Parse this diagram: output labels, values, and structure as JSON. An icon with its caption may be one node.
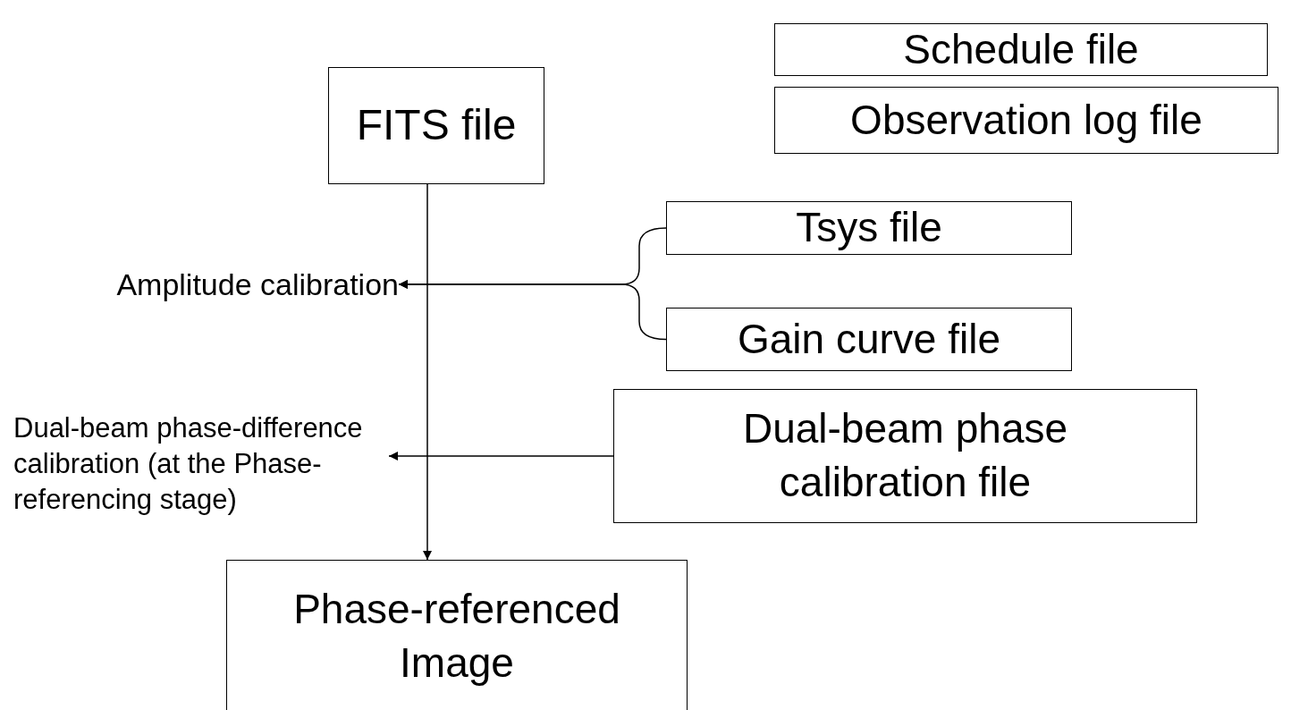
{
  "diagram": {
    "nodes": [
      {
        "text": [
          "FITS file"
        ]
      },
      {
        "text": [
          "Schedule file"
        ]
      },
      {
        "text": [
          "Observation log file"
        ]
      },
      {
        "text": [
          "Tsys file"
        ]
      },
      {
        "text": [
          "Gain curve file"
        ]
      },
      {
        "text": [
          "Dual-beam phase calibration file"
        ]
      },
      {
        "text": [
          "Phase-referenced Image"
        ]
      },
      {
        "text": [
          "Amplitude calibration"
        ]
      },
      {
        "text": [
          "Dual-beam phase-difference calibration (at the Phase-referencing stage)"
        ]
      }
    ],
    "edges": [
      {
        "from": 3,
        "to": 7,
        "arrow": "to"
      },
      {
        "from": 4,
        "to": 7,
        "arrow": "to"
      },
      {
        "from": 5,
        "to": 8,
        "arrow": "to"
      },
      {
        "from": 0,
        "to": 6,
        "arrow": "to"
      }
    ]
  }
}
